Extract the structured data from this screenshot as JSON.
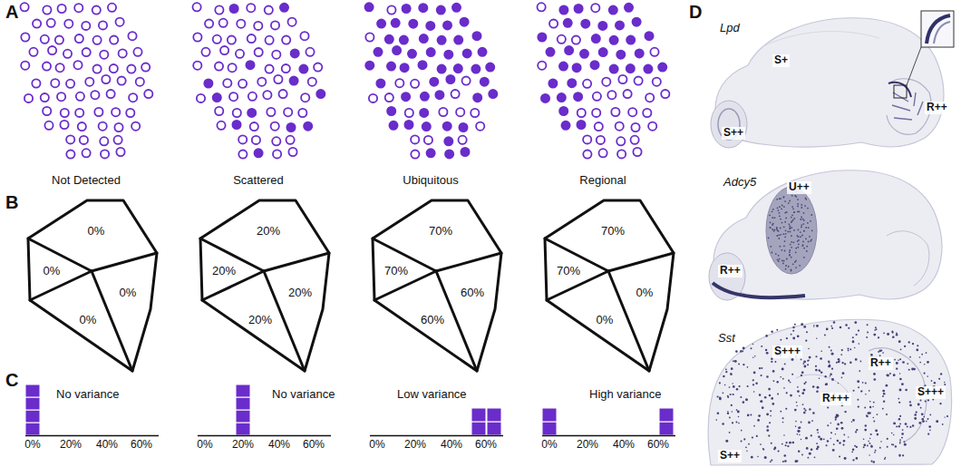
{
  "diagram": {
    "nodes": [
      {
        "text": [
          "0%",
          "0%",
          "0%",
          "0%"
        ]
      },
      {
        "text": [
          "20%",
          "20%",
          "20%",
          "20%"
        ]
      },
      {
        "text": [
          "70%",
          "70%",
          "60%",
          "60%"
        ]
      },
      {
        "text": [
          "70%",
          "70%",
          "0%",
          "0%"
        ]
      }
    ],
    "labels": [
      "A",
      "Not Detected",
      "Scattered",
      "Ubiquitous",
      "Regional",
      "B",
      "C",
      "No variance",
      "No variance",
      "Low variance",
      "High variance",
      "0%",
      "20%",
      "40%",
      "60%",
      "0%",
      "20%",
      "40%",
      "60%",
      "0%",
      "20%",
      "40%",
      "60%",
      "0%",
      "20%",
      "40%",
      "60%",
      "D",
      "Lpd",
      "S+",
      "R++",
      "S++",
      "Adcy5",
      "U++",
      "R++",
      "Sst",
      "S+++",
      "R++",
      "S+++",
      "R+++",
      "S++"
    ]
  }
}
